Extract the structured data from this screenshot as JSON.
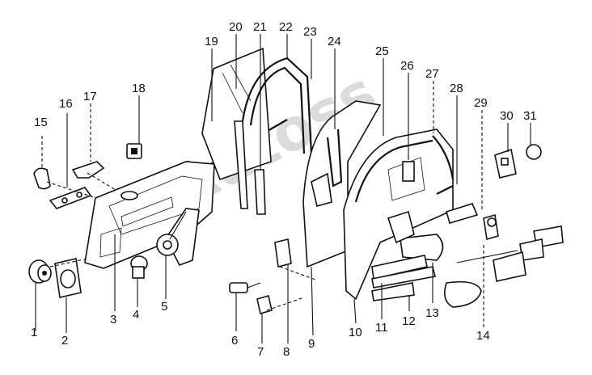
{
  "diagram": {
    "watermark": "Autoss",
    "callouts": [
      "1",
      "2",
      "3",
      "4",
      "5",
      "6",
      "7",
      "8",
      "9",
      "10",
      "11",
      "12",
      "13",
      "14",
      "15",
      "16",
      "17",
      "18",
      "19",
      "20",
      "21",
      "22",
      "23",
      "24",
      "25",
      "26",
      "27",
      "28",
      "29",
      "30",
      "31"
    ]
  }
}
